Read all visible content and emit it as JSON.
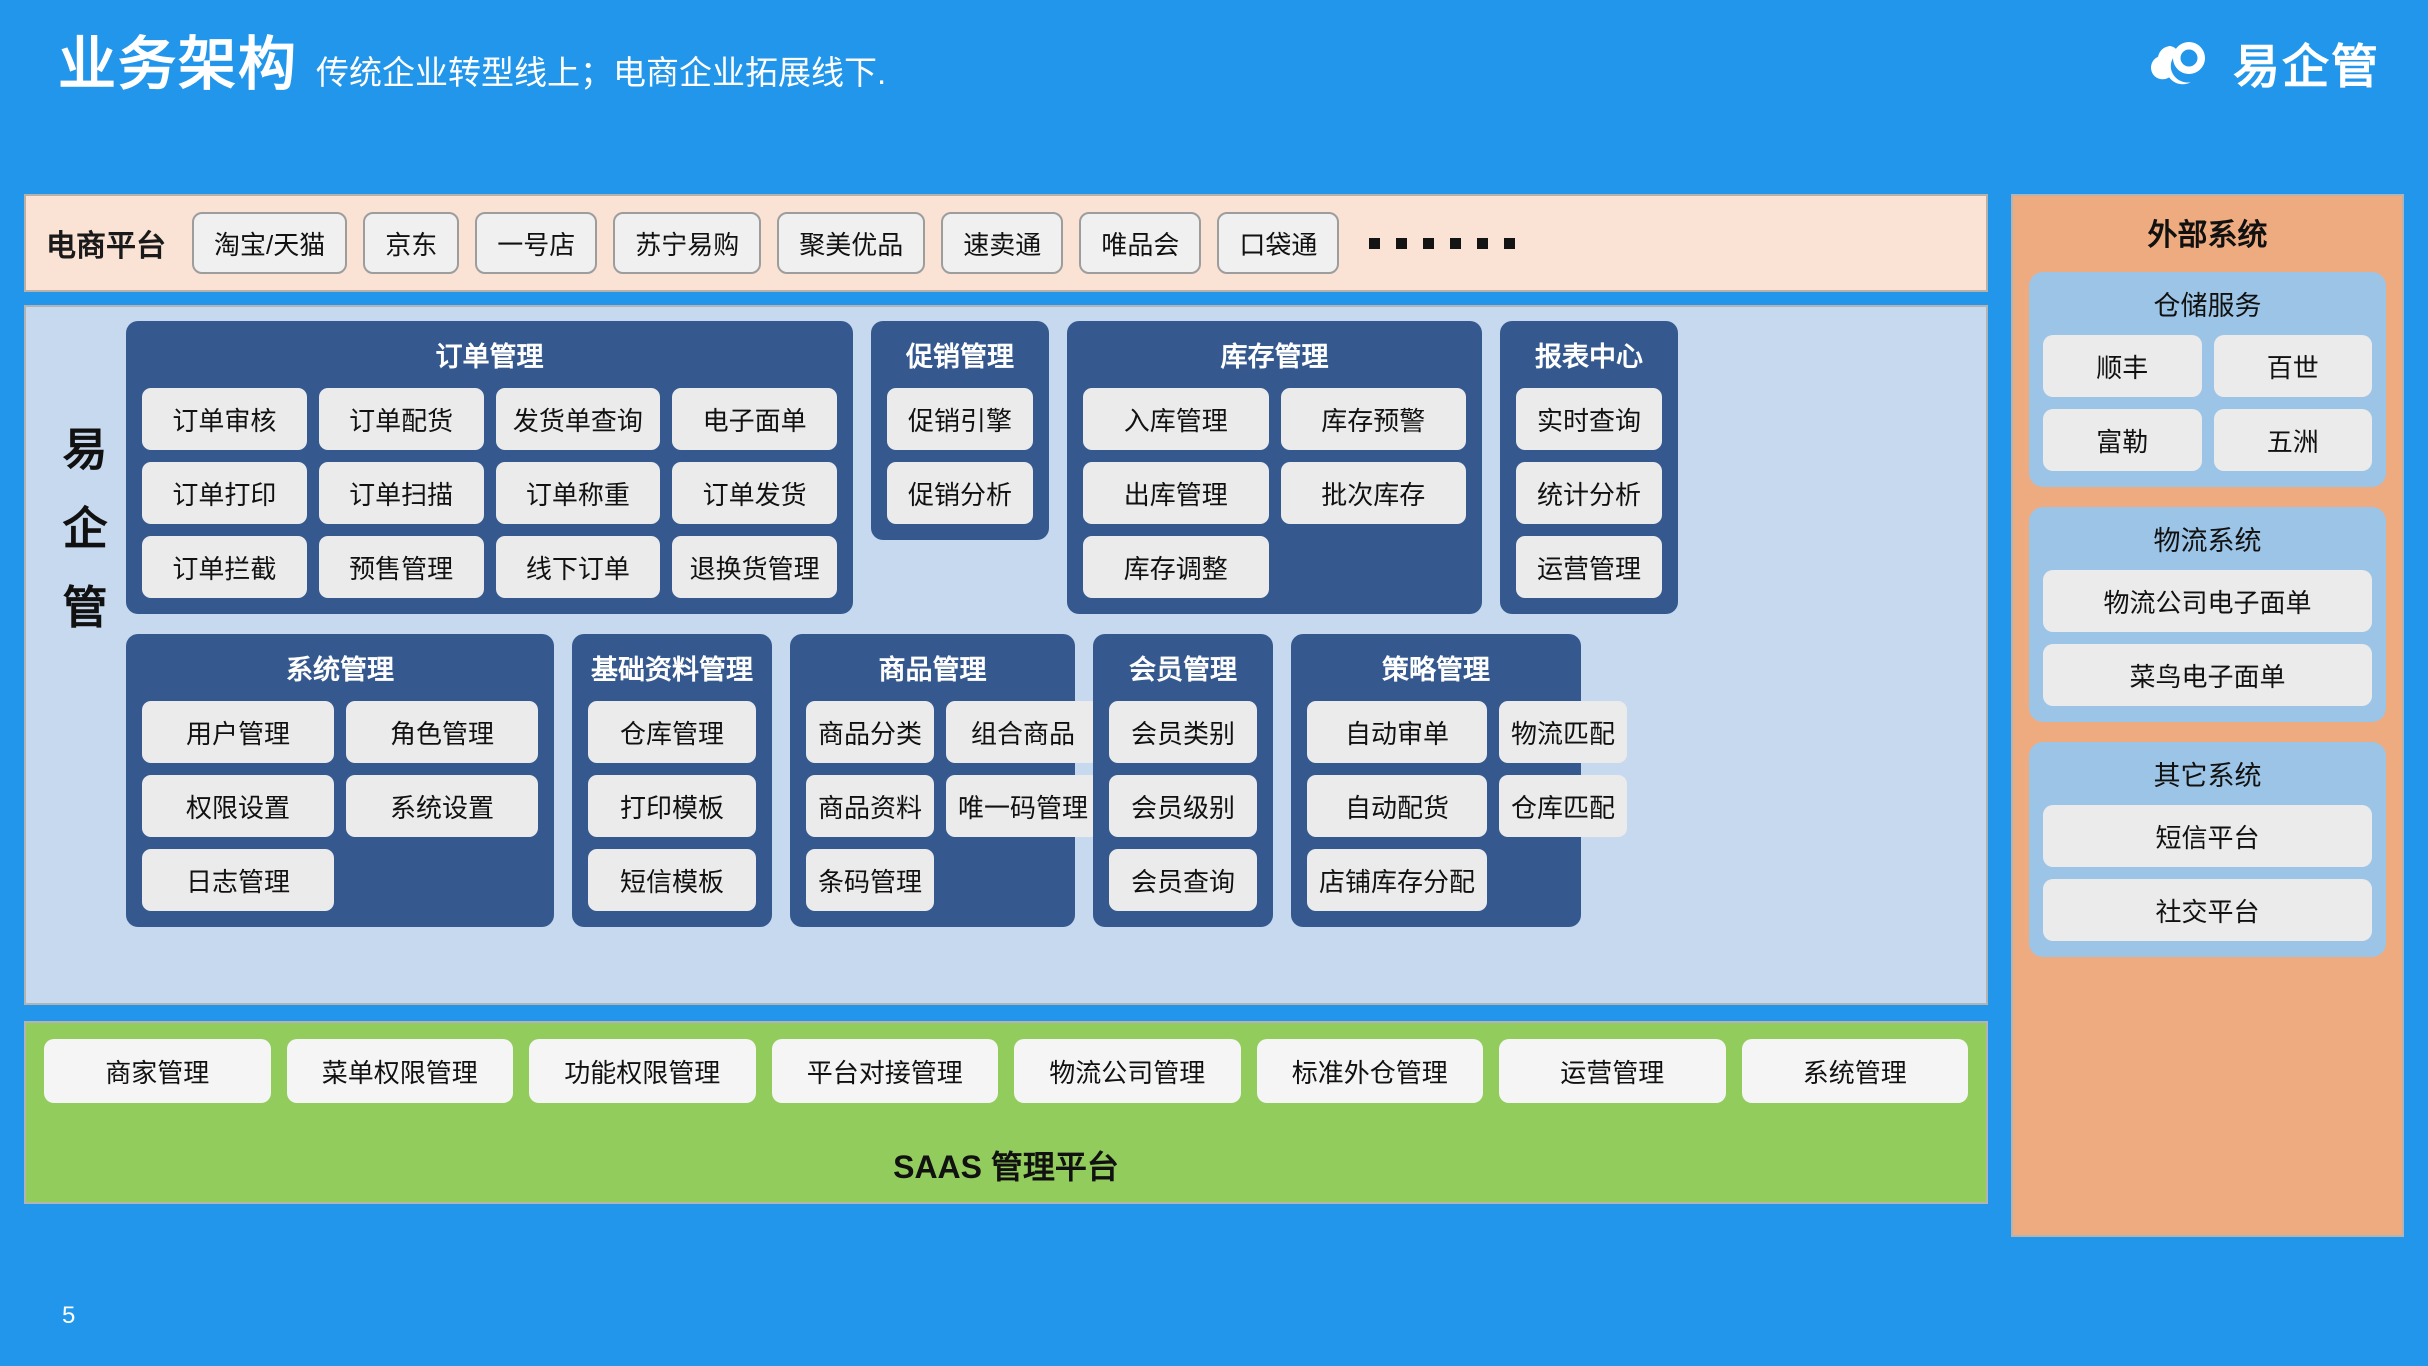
{
  "header": {
    "title": "业务架构",
    "subtitle": "传统企业转型线上；电商企业拓展线下.",
    "logo_text": "易企管",
    "logo_icon": "cloud-ring-logo-icon",
    "background_color": "#2196ea"
  },
  "page_number": "5",
  "platform_strip": {
    "label": "电商平台",
    "background_color": "#fae3d4",
    "items": [
      "淘宝/天猫",
      "京东",
      "一号店",
      "苏宁易购",
      "聚美优品",
      "速卖通",
      "唯品会",
      "口袋通"
    ],
    "ellipsis_dots": 6
  },
  "core_panel": {
    "background_color": "#c6d9ee",
    "vertical_label": [
      "易",
      "企",
      "管"
    ],
    "module_color": "#35598f",
    "rows": [
      [
        {
          "name": "订单管理",
          "columns": 4,
          "items": [
            "订单审核",
            "订单配货",
            "发货单查询",
            "电子面单",
            "订单打印",
            "订单扫描",
            "订单称重",
            "订单发货",
            "订单拦截",
            "预售管理",
            "线下订单",
            "退换货管理"
          ]
        },
        {
          "name": "促销管理",
          "columns": 1,
          "items": [
            "促销引擎",
            "促销分析"
          ]
        },
        {
          "name": "库存管理",
          "columns": 2,
          "items": [
            "入库管理",
            "库存预警",
            "出库管理",
            "批次库存",
            "库存调整"
          ]
        },
        {
          "name": "报表中心",
          "columns": 1,
          "items": [
            "实时查询",
            "统计分析",
            "运营管理"
          ]
        }
      ],
      [
        {
          "name": "系统管理",
          "columns": 2,
          "items": [
            "用户管理",
            "角色管理",
            "权限设置",
            "系统设置",
            "日志管理"
          ]
        },
        {
          "name": "基础资料管理",
          "columns": 1,
          "items": [
            "仓库管理",
            "打印模板",
            "短信模板"
          ]
        },
        {
          "name": "商品管理",
          "columns": 2,
          "items": [
            "商品分类",
            "组合商品",
            "商品资料",
            "唯一码管理",
            "条码管理"
          ]
        },
        {
          "name": "会员管理",
          "columns": 1,
          "items": [
            "会员类别",
            "会员级别",
            "会员查询"
          ]
        },
        {
          "name": "策略管理",
          "columns": 2,
          "items": [
            "自动审单",
            "物流匹配",
            "自动配货",
            "仓库匹配",
            "店铺库存分配"
          ]
        }
      ]
    ]
  },
  "saas_strip": {
    "background_color": "#92cc5c",
    "footer_label": "SAAS 管理平台",
    "items": [
      "商家管理",
      "菜单权限管理",
      "功能权限管理",
      "平台对接管理",
      "物流公司管理",
      "标准外仓管理",
      "运营管理",
      "系统管理"
    ]
  },
  "external_panel": {
    "title": "外部系统",
    "background_color": "#efab80",
    "group_color": "#9cc4e6",
    "groups": [
      {
        "name": "仓储服务",
        "columns": 2,
        "items": [
          "顺丰",
          "百世",
          "富勒",
          "五洲"
        ]
      },
      {
        "name": "物流系统",
        "columns": 1,
        "items": [
          "物流公司电子面单",
          "菜鸟电子面单"
        ]
      },
      {
        "name": "其它系统",
        "columns": 1,
        "items": [
          "短信平台",
          "社交平台"
        ]
      }
    ]
  }
}
